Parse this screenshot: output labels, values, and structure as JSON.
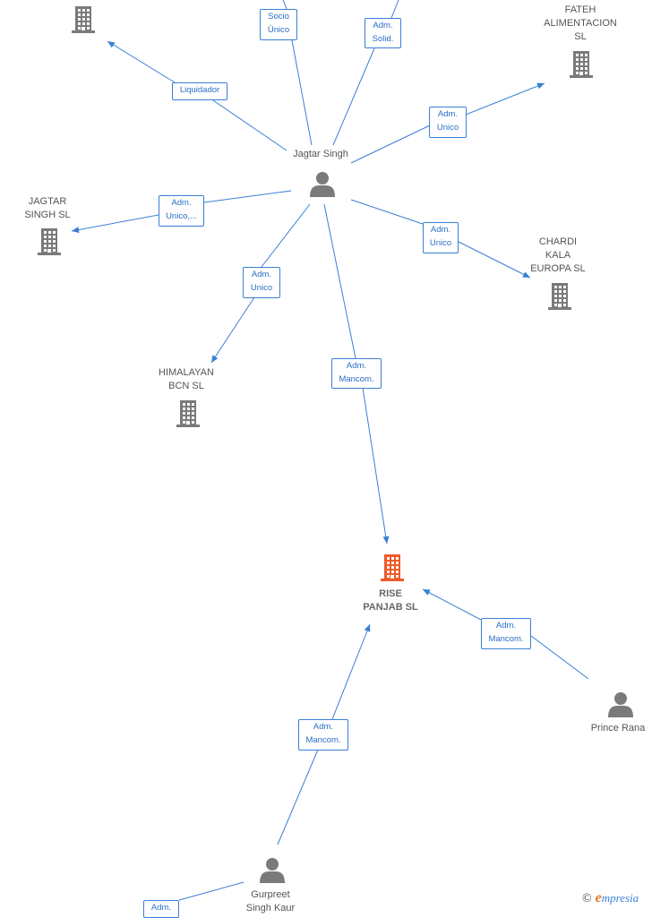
{
  "nodes": [
    {
      "id": "unnamed_top",
      "label": "",
      "type": "company",
      "focus": false
    },
    {
      "id": "fateh",
      "label": "FATEH\nALIMENTACION\nSL",
      "type": "company",
      "focus": false
    },
    {
      "id": "jagtar_person",
      "label": "Jagtar Singh",
      "type": "person",
      "focus": false
    },
    {
      "id": "jagtar_sl",
      "label": "JAGTAR\nSINGH  SL",
      "type": "company",
      "focus": false
    },
    {
      "id": "chardi",
      "label": "CHARDI\nKALA\nEUROPA  SL",
      "type": "company",
      "focus": false
    },
    {
      "id": "himalayan",
      "label": "HIMALAYAN\nBCN SL",
      "type": "company",
      "focus": false
    },
    {
      "id": "rise",
      "label": "RISE\nPANJAB  SL",
      "type": "company",
      "focus": true
    },
    {
      "id": "prince",
      "label": "Prince Rana",
      "type": "person",
      "focus": false
    },
    {
      "id": "gurpreet",
      "label": "Gurpreet\nSingh Kaur",
      "type": "person",
      "focus": false
    }
  ],
  "edges": [
    {
      "id": "e_liquidador",
      "label": "Liquidador"
    },
    {
      "id": "e_socio",
      "label": "Socio\nÚnico"
    },
    {
      "id": "e_solid",
      "label": "Adm.\nSolid."
    },
    {
      "id": "e_fateh",
      "label": "Adm.\nUnico"
    },
    {
      "id": "e_jagtarsl",
      "label": "Adm.\nUnico,..."
    },
    {
      "id": "e_chardi",
      "label": "Adm.\nUnico"
    },
    {
      "id": "e_himalayan",
      "label": "Adm.\nUnico"
    },
    {
      "id": "e_rise_jagtar",
      "label": "Adm.\nMancom."
    },
    {
      "id": "e_prince",
      "label": "Adm.\nMancom."
    },
    {
      "id": "e_gurpreet",
      "label": "Adm.\nMancom."
    },
    {
      "id": "e_gurpreet_out",
      "label": "Adm."
    }
  ],
  "colors": {
    "edge": "#3a7fd5",
    "company_icon": "#7a7a7a",
    "focus_icon": "#ee5a2a",
    "person_icon": "#7a7a7a"
  },
  "brand": {
    "copyright": "©",
    "name": "mpresia",
    "initial": "e"
  }
}
